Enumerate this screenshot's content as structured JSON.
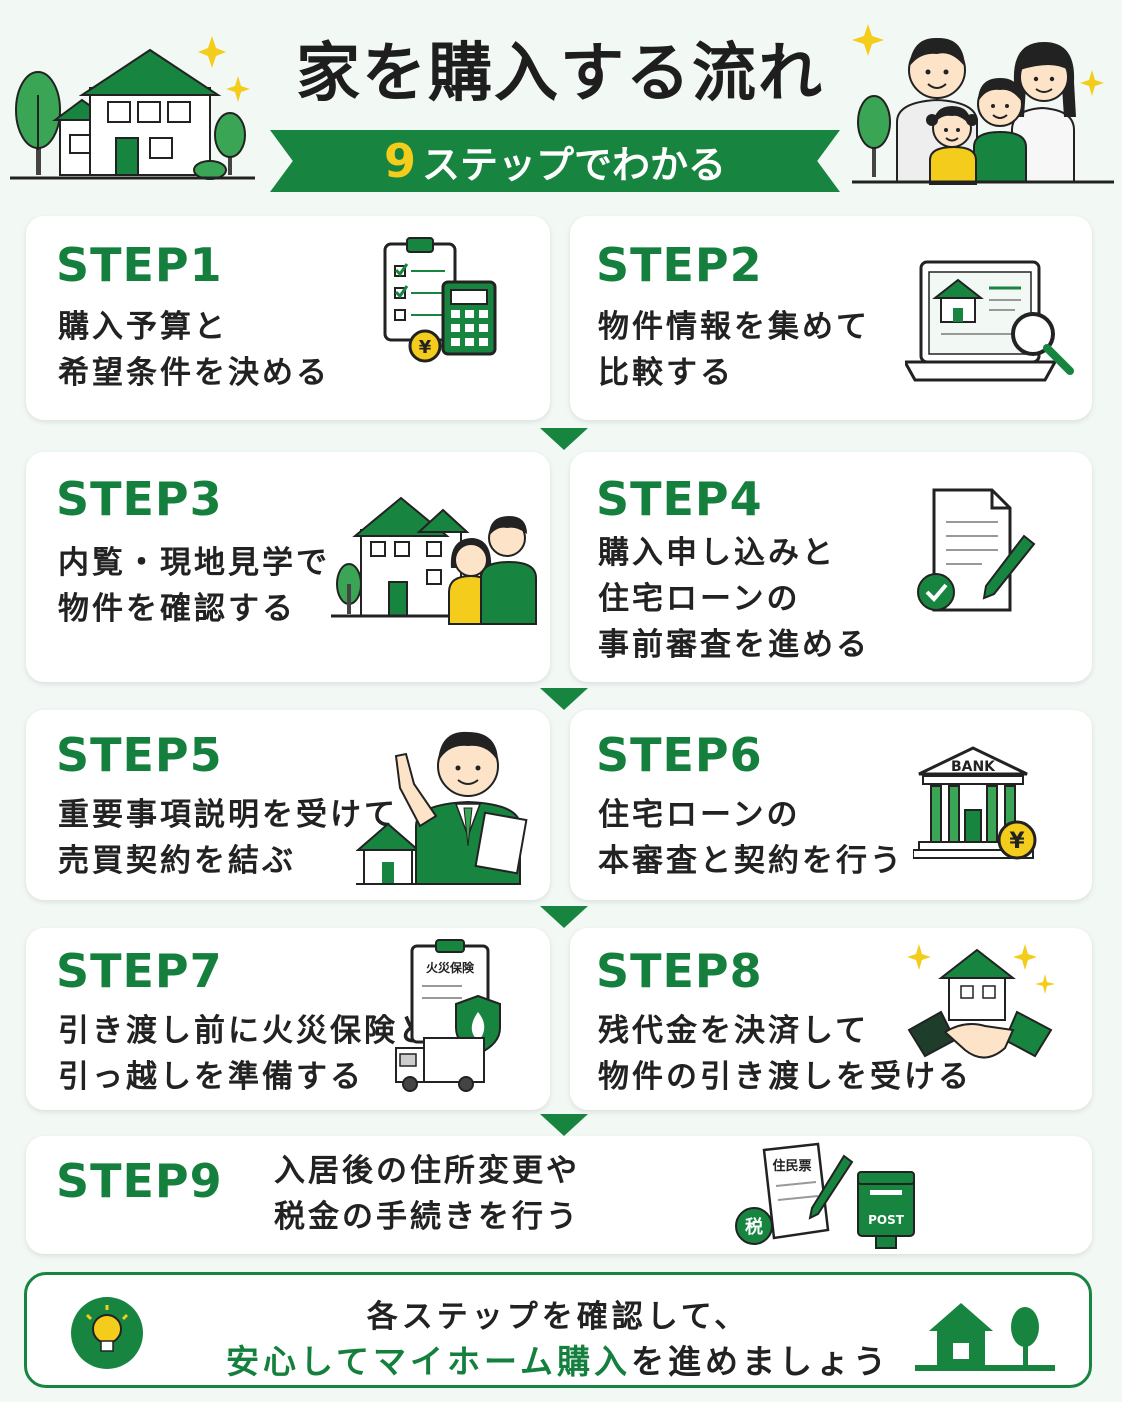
{
  "header": {
    "title": "家を購入する流れ",
    "subtitle_number": "9",
    "subtitle_text": "ステップでわかる"
  },
  "steps": [
    {
      "label": "STEP1",
      "lines": [
        "購入予算と",
        "希望条件を決める"
      ]
    },
    {
      "label": "STEP2",
      "lines": [
        "物件情報を集めて",
        "比較する"
      ]
    },
    {
      "label": "STEP3",
      "lines": [
        "内覧・現地見学で",
        "物件を確認する"
      ]
    },
    {
      "label": "STEP4",
      "lines": [
        "購入申し込みと",
        "住宅ローンの",
        "事前審査を進める"
      ]
    },
    {
      "label": "STEP5",
      "lines": [
        "重要事項説明を受けて",
        "売買契約を結ぶ"
      ]
    },
    {
      "label": "STEP6",
      "lines": [
        "住宅ローンの",
        "本審査と契約を行う"
      ]
    },
    {
      "label": "STEP7",
      "lines": [
        "引き渡し前に火災保険と",
        "引っ越しを準備する"
      ]
    },
    {
      "label": "STEP8",
      "lines": [
        "残代金を決済して",
        "物件の引き渡しを受ける"
      ]
    },
    {
      "label": "STEP9",
      "lines": [
        "入居後の住所変更や",
        "税金の手続きを行う"
      ]
    }
  ],
  "illustration_text": {
    "bank": "BANK",
    "yen": "¥",
    "insurance": "火災保険",
    "resident_card": "住民票",
    "tax": "税",
    "post": "POST"
  },
  "footer": {
    "line1": "各ステップを確認して、",
    "line2_highlight": "安心してマイホーム購入",
    "line2_rest": "を進めましょう"
  },
  "colors": {
    "brand_green": "#17843f",
    "accent_yellow": "#f4cd1c",
    "background": "#f2f8f4"
  },
  "icons": [
    "house-icon",
    "tree-icon",
    "family-icon",
    "sparkle-icon",
    "clipboard-checklist-icon",
    "calculator-icon",
    "yen-coin-icon",
    "laptop-icon",
    "magnifier-icon",
    "couple-icon",
    "document-icon",
    "pen-icon",
    "check-icon",
    "agent-icon",
    "bank-icon",
    "insurance-shield-icon",
    "truck-icon",
    "handshake-icon",
    "postbox-icon",
    "lightbulb-icon"
  ]
}
